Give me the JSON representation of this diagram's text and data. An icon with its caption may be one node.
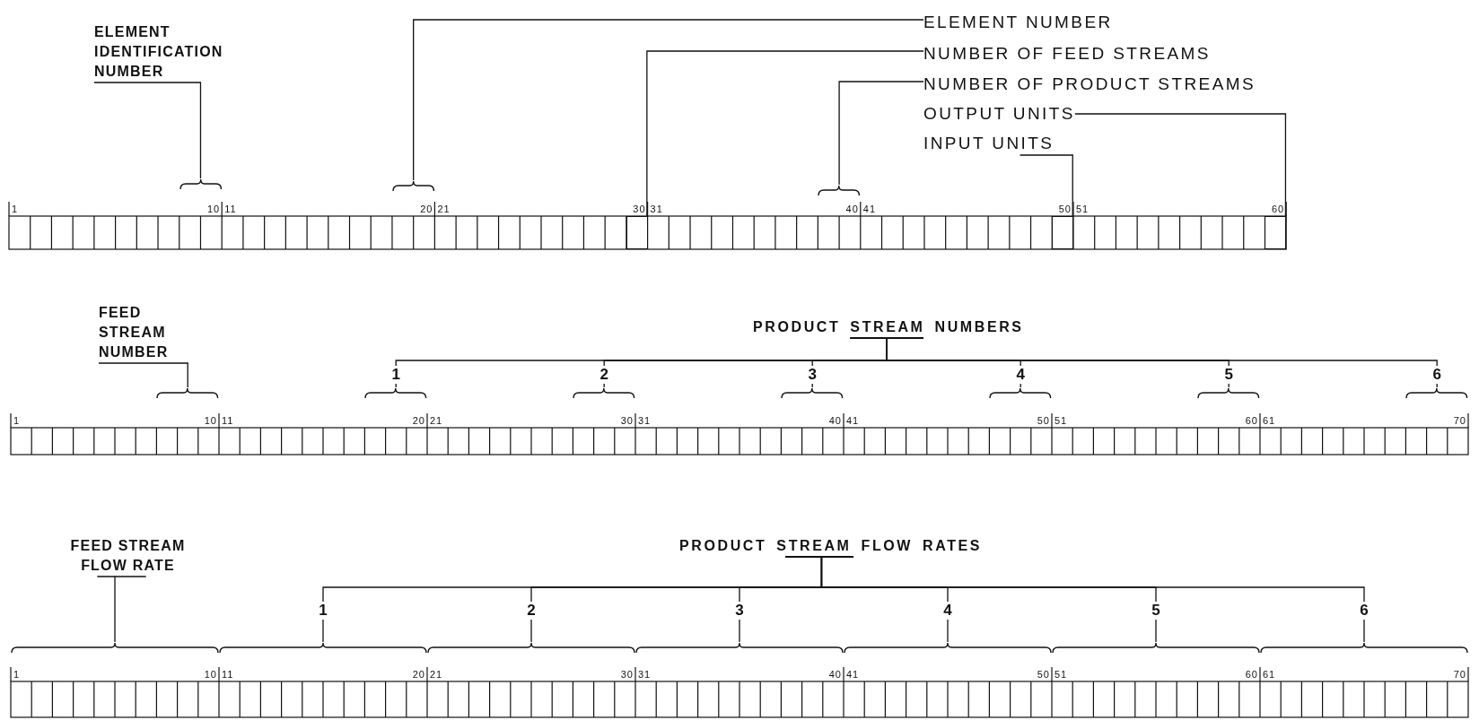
{
  "diagram": {
    "nodes": [
      {
        "text": [
          "ELEMENT IDENTIFICATION NUMBER"
        ]
      },
      {
        "text": [
          "ELEMENT NUMBER"
        ]
      },
      {
        "text": [
          "NUMBER OF FEED STREAMS"
        ]
      },
      {
        "text": [
          "NUMBER OF PRODUCT STREAMS"
        ]
      },
      {
        "text": [
          "OUTPUT UNITS"
        ]
      },
      {
        "text": [
          "INPUT UNITS"
        ]
      },
      {
        "text": [],
        "shape": "brace"
      },
      {
        "text": [],
        "shape": "brace"
      },
      {
        "text": [],
        "shape": "box"
      },
      {
        "text": [],
        "shape": "brace"
      },
      {
        "text": [],
        "shape": "box"
      },
      {
        "text": [],
        "shape": "box"
      },
      {
        "text": [
          "FEED STREAM NUMBER"
        ]
      },
      {
        "text": [
          "PRODUCT STREAM NUMBERS"
        ]
      },
      {
        "text": [
          "1"
        ]
      },
      {
        "text": [
          "2"
        ]
      },
      {
        "text": [
          "3"
        ]
      },
      {
        "text": [
          "4"
        ]
      },
      {
        "text": [
          "5"
        ]
      },
      {
        "text": [
          "6"
        ]
      },
      {
        "text": [],
        "shape": "brace"
      },
      {
        "text": [],
        "shape": "brace"
      },
      {
        "text": [],
        "shape": "brace"
      },
      {
        "text": [],
        "shape": "brace"
      },
      {
        "text": [],
        "shape": "brace"
      },
      {
        "text": [],
        "shape": "brace"
      },
      {
        "text": [],
        "shape": "brace"
      },
      {
        "text": [
          "FEED STREAM FLOW RATE"
        ]
      },
      {
        "text": [
          "PRODUCT STREAM FLOW RATES"
        ]
      },
      {
        "text": [
          "1"
        ]
      },
      {
        "text": [
          "2"
        ]
      },
      {
        "text": [
          "3"
        ]
      },
      {
        "text": [
          "4"
        ]
      },
      {
        "text": [
          "5"
        ]
      },
      {
        "text": [
          "6"
        ]
      },
      {
        "text": [],
        "shape": "brace"
      },
      {
        "text": [],
        "shape": "brace"
      },
      {
        "text": [],
        "shape": "brace"
      },
      {
        "text": [],
        "shape": "brace"
      },
      {
        "text": [],
        "shape": "brace"
      },
      {
        "text": [],
        "shape": "brace"
      },
      {
        "text": [],
        "shape": "brace"
      }
    ],
    "edges": [
      {
        "from": 0,
        "to": 6,
        "arrow": "none"
      },
      {
        "from": 1,
        "to": 7,
        "arrow": "none"
      },
      {
        "from": 2,
        "to": 8,
        "arrow": "none"
      },
      {
        "from": 3,
        "to": 9,
        "arrow": "none"
      },
      {
        "from": 4,
        "to": 11,
        "arrow": "none"
      },
      {
        "from": 5,
        "to": 10,
        "arrow": "none"
      },
      {
        "from": 12,
        "to": 20,
        "arrow": "none"
      },
      {
        "from": 13,
        "to": 14,
        "arrow": "none"
      },
      {
        "from": 13,
        "to": 15,
        "arrow": "none"
      },
      {
        "from": 13,
        "to": 16,
        "arrow": "none"
      },
      {
        "from": 13,
        "to": 17,
        "arrow": "none"
      },
      {
        "from": 13,
        "to": 18,
        "arrow": "none"
      },
      {
        "from": 13,
        "to": 19,
        "arrow": "none"
      },
      {
        "from": 14,
        "to": 21,
        "arrow": "none"
      },
      {
        "from": 15,
        "to": 22,
        "arrow": "none"
      },
      {
        "from": 16,
        "to": 23,
        "arrow": "none"
      },
      {
        "from": 17,
        "to": 24,
        "arrow": "none"
      },
      {
        "from": 18,
        "to": 25,
        "arrow": "none"
      },
      {
        "from": 19,
        "to": 26,
        "arrow": "none"
      },
      {
        "from": 27,
        "to": 35,
        "arrow": "none"
      },
      {
        "from": 28,
        "to": 29,
        "arrow": "none"
      },
      {
        "from": 28,
        "to": 30,
        "arrow": "none"
      },
      {
        "from": 28,
        "to": 31,
        "arrow": "none"
      },
      {
        "from": 28,
        "to": 32,
        "arrow": "none"
      },
      {
        "from": 28,
        "to": 33,
        "arrow": "none"
      },
      {
        "from": 28,
        "to": 34,
        "arrow": "none"
      },
      {
        "from": 29,
        "to": 36,
        "arrow": "none"
      },
      {
        "from": 30,
        "to": 37,
        "arrow": "none"
      },
      {
        "from": 31,
        "to": 38,
        "arrow": "none"
      },
      {
        "from": 32,
        "to": 39,
        "arrow": "none"
      },
      {
        "from": 33,
        "to": 40,
        "arrow": "none"
      },
      {
        "from": 34,
        "to": 41,
        "arrow": "none"
      }
    ],
    "labels": [
      "1",
      "10",
      "11",
      "20",
      "21",
      "30",
      "31",
      "40",
      "41",
      "50",
      "51",
      "60",
      "1",
      "10",
      "11",
      "20",
      "21",
      "30",
      "31",
      "40",
      "41",
      "50",
      "51",
      "60",
      "61",
      "70",
      "1",
      "10",
      "11",
      "20",
      "21",
      "30",
      "31",
      "40",
      "41",
      "50",
      "51",
      "60",
      "61",
      "70"
    ]
  }
}
